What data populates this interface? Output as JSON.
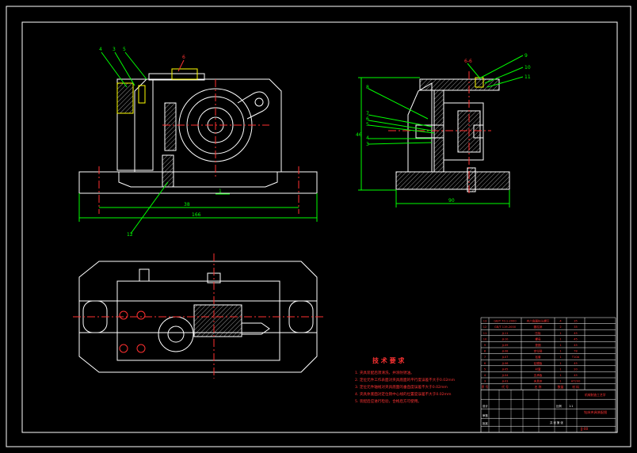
{
  "colors": {
    "background": "#000000",
    "outline": "#ffffff",
    "center_line": "#ff3030",
    "dimension": "#00ff00",
    "leader": "#00ff00",
    "annotation": "#ff3333",
    "yellow": "#ffff00",
    "hatch": "#ffffff",
    "title_block": "#ffffff"
  },
  "callouts": {
    "front_top_left": [
      "4",
      "3",
      "5"
    ],
    "front_top_mid": "6",
    "front_bottom": "12",
    "side_top": [
      "9",
      "10",
      "11"
    ],
    "side_left": [
      "8",
      "7",
      "6",
      "5",
      "4",
      "3"
    ],
    "side_top_label": "6-6"
  },
  "dimensions": {
    "front_width": "166",
    "front_inner": "38",
    "front_center": "1",
    "side_width": "90",
    "side_height": "46"
  },
  "tech_requirements": {
    "title": "技 术 要 求",
    "items": [
      "1. 夹具装配后须清洗，并涂防锈油。",
      "2. 定位元件工作表面对夹具底面的平行度误差不大于0.02mm",
      "3. 定位元件轴线对夹具底面的垂直度误差不大于0.02mm",
      "4. 夹具体底面对定位销中心线的位置度误差不大于0.02mm",
      "5. 装配后应进行检验，合格后方可使用。"
    ]
  },
  "title_block": {
    "part_rows": [
      {
        "no": "13",
        "code": "GB/T 70.1-2000",
        "name": "内六角圆柱头螺钉",
        "qty": "4",
        "mat": "35"
      },
      {
        "no": "12",
        "code": "GB/T 119-2000",
        "name": "圆柱销",
        "qty": "2",
        "mat": "35"
      },
      {
        "no": "11",
        "code": "JJ-11",
        "name": "压板",
        "qty": "1",
        "mat": "45"
      },
      {
        "no": "10",
        "code": "JJ-10",
        "name": "螺母",
        "qty": "1",
        "mat": "45"
      },
      {
        "no": "9",
        "code": "JJ-09",
        "name": "垫圈",
        "qty": "1",
        "mat": "45"
      },
      {
        "no": "8",
        "code": "JJ-08",
        "name": "定位销",
        "qty": "1",
        "mat": "T8"
      },
      {
        "no": "7",
        "code": "JJ-07",
        "name": "钻套",
        "qty": "1",
        "mat": "T10A"
      },
      {
        "no": "6",
        "code": "JJ-06",
        "name": "钻模板",
        "qty": "1",
        "mat": "45"
      },
      {
        "no": "5",
        "code": "JJ-05",
        "name": "衬套",
        "qty": "1",
        "mat": "20"
      },
      {
        "no": "4",
        "code": "JJ-04",
        "name": "支承板",
        "qty": "1",
        "mat": "45"
      },
      {
        "no": "3",
        "code": "JJ-03",
        "name": "夹具体",
        "qty": "1",
        "mat": "HT200"
      }
    ],
    "header": {
      "no": "序 号",
      "code": "代 号",
      "name": "名 称",
      "qty": "数量",
      "mat": "材 料"
    },
    "drawing_title": "钻床夹具装配图",
    "school": "机械制造工艺学",
    "scale_label": "比例",
    "scale": "1:1",
    "sheet": "共 张 第 张",
    "designer_label": "设计",
    "checker_label": "审核",
    "approve_label": "批准",
    "drawing_no": "JJ-00"
  }
}
